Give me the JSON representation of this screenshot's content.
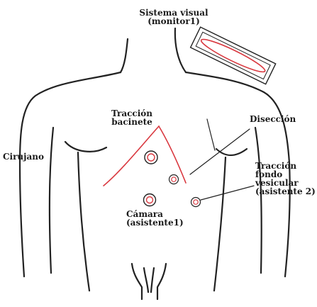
{
  "colors": {
    "outline": "#222222",
    "accent": "#d9383f"
  },
  "labels": {
    "sistema_visual": [
      "Sistema visual",
      "(monitor1)"
    ],
    "traccion_bacinete": [
      "Tracción",
      "bacinete"
    ],
    "diseccion": [
      "Disección"
    ],
    "cirujano": [
      "Cirujano"
    ],
    "traccion_fondo": [
      "Tracción",
      "fondo",
      "vesicular",
      "(asistente 2)"
    ],
    "camara": [
      "Cámara",
      "(asistente1)"
    ]
  }
}
